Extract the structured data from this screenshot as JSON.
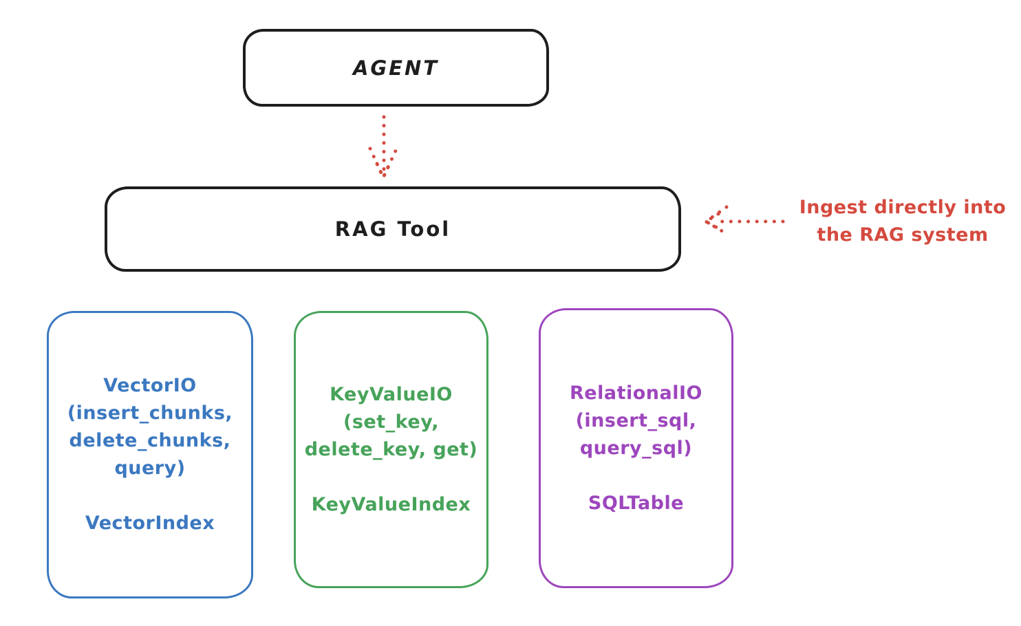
{
  "colors": {
    "ink": "#1e1e1e",
    "red": "#d54a3f",
    "blue": "#3b78c0",
    "green": "#47a35a",
    "purple": "#9d46bd",
    "background": "#ffffff"
  },
  "agent_box": {
    "label": "AGENT"
  },
  "rag_tool_box": {
    "label": "RAG Tool"
  },
  "annotation": {
    "line1": "Ingest directly into",
    "line2": "the RAG system"
  },
  "io_boxes": [
    {
      "title_lines": [
        "VectorIO",
        "(insert_chunks,",
        "delete_chunks,",
        "query)"
      ],
      "index_label": "VectorIndex"
    },
    {
      "title_lines": [
        "KeyValueIO",
        "(set_key,",
        "delete_key, get)"
      ],
      "index_label": "KeyValueIndex"
    },
    {
      "title_lines": [
        "RelationalIO",
        "(insert_sql,",
        "query_sql)"
      ],
      "index_label": "SQLTable"
    }
  ]
}
